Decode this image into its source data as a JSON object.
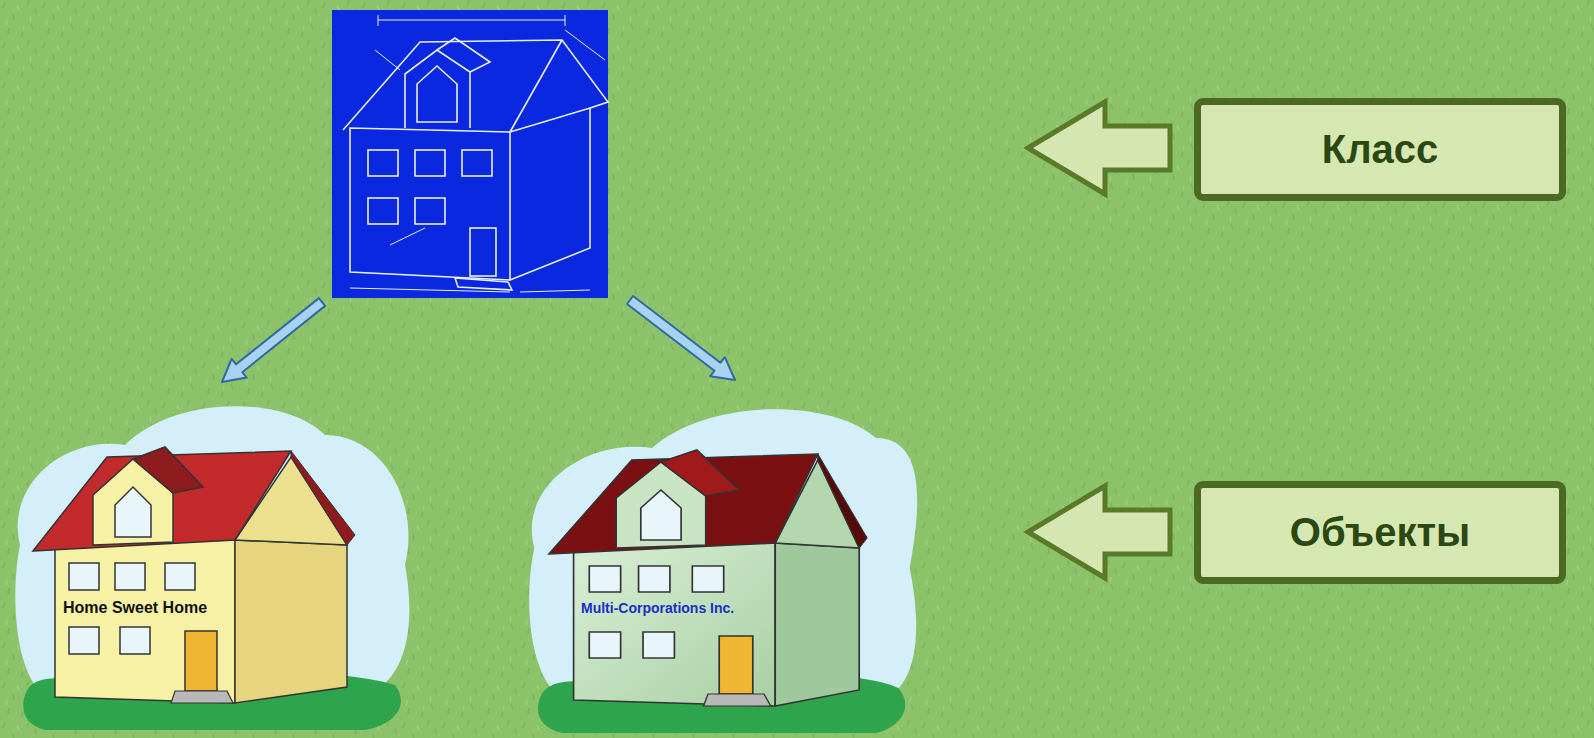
{
  "diagram": {
    "nodes": [
      {
        "text": [
          "Класс"
        ]
      },
      {
        "text": [
          "Объекты"
        ]
      }
    ],
    "labels": [
      "Home Sweet Home",
      "Multi-Corporations Inc."
    ]
  }
}
